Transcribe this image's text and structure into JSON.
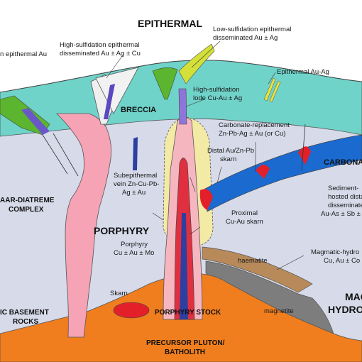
{
  "labels": {
    "epithermal": "EPITHERMAL",
    "hs_epithermal_1": "High-sulfidation epithermal",
    "hs_epithermal_2": "disseminated Au ± Ag ± Cu",
    "ls_epithermal_1": "Low-sulfidation epithermal",
    "ls_epithermal_2": "disseminated Au ± Ag",
    "epithermal_au_left": "n epithermal Au",
    "epithermal_au_ag": "Epithermal Au-Ag",
    "breccia": "BRECCIA",
    "hs_lode_1": "High-sulfidation",
    "hs_lode_2": "lode Cu-Au ± Ag",
    "carb_repl_1": "Carbonate-replacement",
    "carb_repl_2": "Zn-Pb-Ag ± Au (or Cu)",
    "distal_skarn_1": "Distal Au/Zn-Pb",
    "distal_skarn_2": "skarn",
    "carbonate": "CARBONATE",
    "diatreme_1": "AAR-DIATREME",
    "diatreme_2": "COMPLEX",
    "subepi_1": "Subepithermal",
    "subepi_2": "vein Zn-Cu-Pb-",
    "subepi_3": "Ag ± Au",
    "sed_1": "Sediment-",
    "sed_2": "hosted dista",
    "sed_3": "disseminate",
    "sed_4": "Au-As ± Sb ±",
    "porphyry": "PORPHYRY",
    "proximal_1": "Proximal",
    "proximal_2": "Cu-Au skarn",
    "porphyry_cu_1": "Porphyry",
    "porphyry_cu_2": "Cu ± Au ± Mo",
    "haematite": "haematite",
    "magmatic_hydro_1": "Magmatic-hydro",
    "magmatic_hydro_2": "Cu, Au ± Co",
    "skarn": "Skarn",
    "magnetite": "magnetite",
    "mag_hydro_big_1": "MAG",
    "mag_hydro_big_2": "HYDRO",
    "basement_1": "IC BASEMENT",
    "basement_2": "ROCKS",
    "porphyry_stock": "PORPHYRY STOCK",
    "pluton_1": "PRECURSOR PLUTON/",
    "pluton_2": "BATHOLITH"
  },
  "colors": {
    "epithermal_zone": "#6fd3c9",
    "intermediate_zone": "#d6dae9",
    "pluton": "#f07e1e",
    "diatreme": "#f5a3b5",
    "halo": "#f3eaa6",
    "stock_outer": "#f6b6c0",
    "stock_core": "#e03040",
    "vein_blue": "#2d3fa0",
    "carbonate_bar": "#1a6ad0",
    "skarn_red": "#e3202a",
    "hs_green": "#5bb52e",
    "ls_yellow": "#d4e03a",
    "haematite": "#b88a5a",
    "magnetite": "#7d7d7d",
    "lode_purple": "#8f74d9"
  }
}
